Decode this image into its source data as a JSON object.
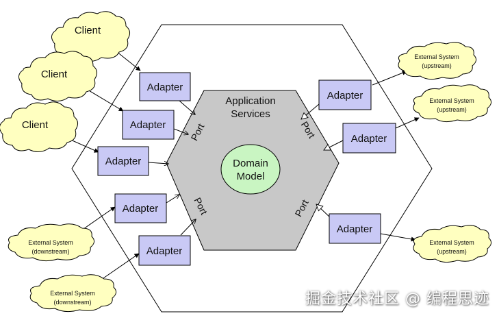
{
  "diagram": {
    "app_services_line1": "Application",
    "app_services_line2": "Services",
    "domain_line1": "Domain",
    "domain_line2": "Model",
    "port_label": "Port",
    "adapter_label": "Adapter",
    "client_label": "Client",
    "ext_line1": "External System",
    "ext_upstream": "(upstream)",
    "ext_downstream": "(downstream)"
  },
  "colors": {
    "adapter_fill": "#c9c9f5",
    "inner_hex_fill": "#c8c8c8",
    "domain_fill": "#c9f5c2",
    "cloud_fill": "#ffffc0"
  },
  "watermark": "掘金技术社区 @ 编程思迹"
}
